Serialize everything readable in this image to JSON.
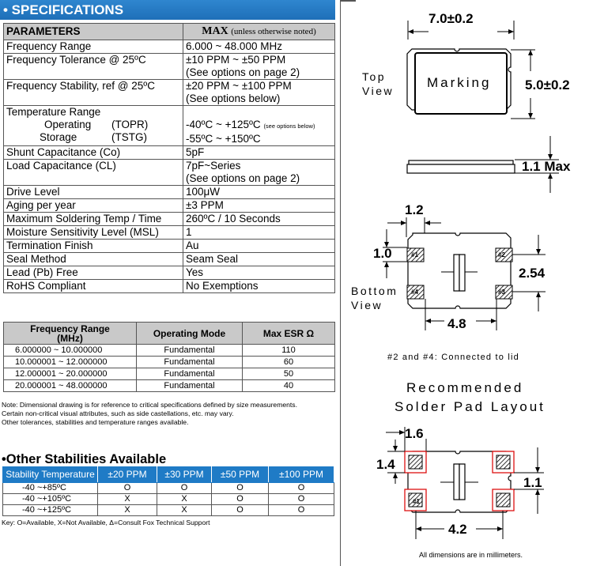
{
  "spec": {
    "banner": "• SPECIFICATIONS",
    "header": {
      "parameters": "PARAMETERS",
      "max": "MAX",
      "max_note": "(unless otherwise noted)"
    },
    "rows": [
      {
        "param": "Frequency Range",
        "value": "6.000 ~ 48.000 MHz"
      },
      {
        "param": "Frequency Tolerance @ 25ºC",
        "value": "±10 PPM ~ ±50 PPM",
        "value2": "(See options on page 2)"
      },
      {
        "param": "Frequency Stability, ref @ 25ºC",
        "value": "±20 PPM ~ ±100 PPM",
        "value2": "(See options below)"
      },
      {
        "param": "Temperature Range",
        "sub1_name": "Operating",
        "sub1_sym": "(TOPR)",
        "sub1_val": "-40ºC ~ +125ºC",
        "sub1_note": "(see options below)",
        "sub2_name": "Storage",
        "sub2_sym": "(TSTG)",
        "sub2_val": "-55ºC ~ +150ºC"
      },
      {
        "param": "Shunt Capacitance (Co)",
        "value": "5pF"
      },
      {
        "param": "Load Capacitance (CL)",
        "value": "7pF~Series",
        "value2": "(See options on page 2)"
      },
      {
        "param": "Drive Level",
        "value": "100μW"
      },
      {
        "param": "Aging per year",
        "value": "±3 PPM"
      },
      {
        "param": "Maximum Soldering Temp / Time",
        "value": "260ºC / 10 Seconds"
      },
      {
        "param": "Moisture Sensitivity Level (MSL)",
        "value": "1"
      },
      {
        "param": "Termination Finish",
        "value": "Au"
      },
      {
        "param": "Seal Method",
        "value": "Seam Seal"
      },
      {
        "param": "Lead (Pb) Free",
        "value": "Yes"
      },
      {
        "param": "RoHS Compliant",
        "value": "No Exemptions"
      }
    ]
  },
  "esr": {
    "headers": [
      "Frequency Range",
      "(MHz)",
      "Operating Mode",
      "Max ESR Ω"
    ],
    "rows": [
      {
        "range": "6.000000 ~ 10.000000",
        "mode": "Fundamental",
        "esr": "110"
      },
      {
        "range": "10.000001 ~  12.000000",
        "mode": "Fundamental",
        "esr": "60"
      },
      {
        "range": "12.000001 ~  20.000000",
        "mode": "Fundamental",
        "esr": "50"
      },
      {
        "range": "20.000001 ~  48.000000",
        "mode": "Fundamental",
        "esr": "40"
      }
    ]
  },
  "note": {
    "line1": "Note: Dimensional drawing is for reference to critical specifications defined by size measurements.",
    "line2": "Certain non-critical visual attributes, such as side castellations, etc. may vary.",
    "line3": "Other tolerances, stabilities and temperature ranges available."
  },
  "other": {
    "title": "•Other Stabilities Available",
    "headers": [
      "Stability Temperature",
      "±20 PPM",
      "±30 PPM",
      "±50 PPM",
      "±100 PPM"
    ],
    "rows": [
      {
        "temp": "-40 ~+85ºC",
        "v": [
          "O",
          "O",
          "O",
          "O"
        ]
      },
      {
        "temp": "-40 ~+105ºC",
        "v": [
          "X",
          "X",
          "O",
          "O"
        ]
      },
      {
        "temp": "-40 ~+125ºC",
        "v": [
          "X",
          "X",
          "O",
          "O"
        ]
      }
    ],
    "key": "Key:  O=Available,  X=Not Available,  Δ=Consult Fox Technical Support"
  },
  "drawing": {
    "top_width": "7.0±0.2",
    "top_height": "5.0±0.2",
    "top_label_1": "Top",
    "top_label_2": "View",
    "marking": "Marking",
    "side_height": "1.1 Max",
    "bottom_label_1": "Bottom",
    "bottom_label_2": "View",
    "bottom_pad_width": "1.2",
    "bottom_pad_height": "1.0",
    "bottom_pad_pitch_v": "2.54",
    "bottom_pad_pitch_h": "4.8",
    "pins": [
      "#1",
      "#2",
      "#3",
      "#4"
    ],
    "lid_note": "#2 and #4: Connected to lid",
    "solder_title_1": "Recommended",
    "solder_title_2": "Solder Pad Layout",
    "solder_pad_width": "1.6",
    "solder_pad_height": "1.4",
    "solder_gap": "1.1",
    "solder_pitch": "4.2",
    "units_note": "All dimensions are in millimeters."
  }
}
